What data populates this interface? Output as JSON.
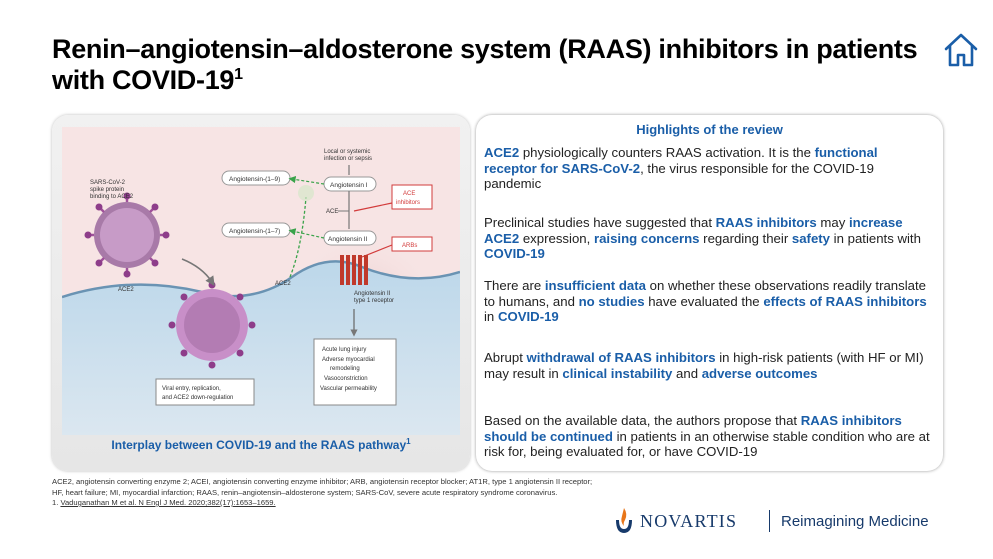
{
  "slide": {
    "title": "Renin–angiotensin–aldosterone system (RAAS) inhibitors in patients with COVID-19",
    "title_ref": "1",
    "home_icon": "home-icon"
  },
  "figure": {
    "labels": {
      "virus": [
        "SARS-CoV-2",
        "spike protein",
        "binding to ACE2"
      ],
      "infection": [
        "Local or systemic",
        "infection or sepsis"
      ],
      "ang_1_9": "Angiotensin-(1–9)",
      "ang_1": "Angiotensin I",
      "ace_inhibitors": [
        "ACE",
        "inhibitors"
      ],
      "ace": "ACE",
      "ang_1_7": "Angiotensin-(1–7)",
      "ang_2": "Angiotensin II",
      "arbs": "ARBs",
      "ace2_a": "ACE2",
      "ace2_b": "ACE2",
      "receptor": [
        "Angiotensin II",
        "type 1 receptor"
      ],
      "effects": [
        "Acute lung injury",
        "Adverse myocardial",
        "remodeling",
        "Vasoconstriction",
        "Vascular permeability"
      ],
      "viral_entry": [
        "Viral entry, replication,",
        "and ACE2 down-regulation"
      ]
    },
    "caption": "Interplay between COVID-19 and the RAAS pathway",
    "caption_ref": "1"
  },
  "highlights": {
    "title": "Highlights of the review",
    "p1": {
      "s1": "ACE2",
      "s2": " physiologically counters RAAS activation.  It is the ",
      "s3": "functional receptor for SARS-CoV-2",
      "s4": ", the virus responsible for the COVID-19 pandemic"
    },
    "p2": {
      "s1": "Preclinical studies have suggested that ",
      "s2": "RAAS inhibitors",
      "s3": " may ",
      "s4": "increase ACE2",
      "s5": " expression, ",
      "s6": "raising concerns",
      "s7": " regarding their ",
      "s8": "safety",
      "s9": " in patients with ",
      "s10": "COVID-19"
    },
    "p3": {
      "s1": "There are ",
      "s2": "insufficient data",
      "s3": " on whether these observations readily translate to humans, and ",
      "s4": "no studies",
      "s5": " have evaluated the ",
      "s6": "effects of RAAS inhibitors",
      "s7": " in ",
      "s8": "COVID-19"
    },
    "p4": {
      "s1": "Abrupt ",
      "s2": "withdrawal of RAAS inhibitors",
      "s3": " in high-risk patients (with HF or MI) may result in ",
      "s4": "clinical instability",
      "s5": " and ",
      "s6": "adverse outcomes"
    },
    "p5": {
      "s1": "Based on the available data, the authors propose that ",
      "s2": "RAAS inhibitors should be continued",
      "s3": " in patients in an otherwise stable condition who are at risk for, being evaluated for, or have COVID-19"
    }
  },
  "footnotes": {
    "line1": "ACE2,  angiotensin converting enzyme 2;  ACEI,  angiotensin converting enzyme inhibitor;  ARB, angiotensin receptor blocker; AT1R, type 1 angiotensin II  receptor;",
    "line2": "HF, heart failure; MI,  myocardial infarction; RAAS, renin–angiotensin–aldosterone system; SARS-CoV, severe acute respiratory syndrome coronavirus.",
    "line3_num": "1. ",
    "line3_ref": "Vaduganathan M et al. N Engl J Med. 2020;382(17):1653–1659."
  },
  "branding": {
    "company": "NOVARTIS",
    "tagline": "Reimagining Medicine",
    "brand_color": "#173a6b",
    "accent_color": "#1a5ea8",
    "logo_icon": "novartis-flame-icon"
  }
}
